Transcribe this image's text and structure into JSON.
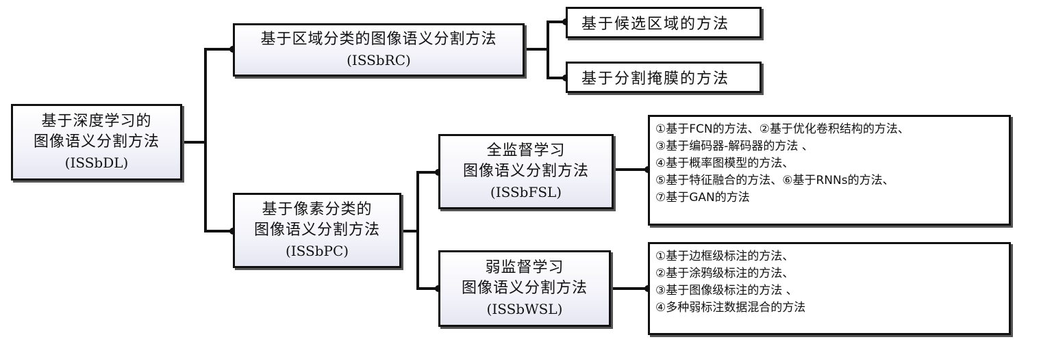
{
  "root": {
    "lines": [
      "基于深度学习的",
      "图像语义分割方法"
    ],
    "abbr": "(ISSbDL)"
  },
  "region_classification": {
    "lines": [
      "基于区域分类的图像语义分割方法"
    ],
    "abbr": "(ISSbRC)",
    "children": [
      "基于候选区域的方法",
      "基于分割掩膜的方法"
    ]
  },
  "pixel_classification": {
    "lines": [
      "基于像素分类的",
      "图像语义分割方法"
    ],
    "abbr": "(ISSbPC)"
  },
  "fully_supervised": {
    "lines": [
      "全监督学习",
      "图像语义分割方法"
    ],
    "abbr": "(ISSbFSL)",
    "methods": [
      "①基于FCN的方法、②基于优化卷积结构的方法、",
      "③基于编码器-解码器的方法 、",
      "④基于概率图模型的方法、",
      "⑤基于特征融合的方法、⑥基于RNNs的方法、",
      "⑦基于GAN的方法"
    ]
  },
  "weakly_supervised": {
    "lines": [
      "弱监督学习",
      "图像语义分割方法"
    ],
    "abbr": "(ISSbWSL)",
    "methods": [
      "①基于边框级标注的方法、",
      "②基于涂鸦级标注的方法、",
      "③基于图像级标注的方法 、",
      "④多种弱标注数据混合的方法"
    ]
  }
}
